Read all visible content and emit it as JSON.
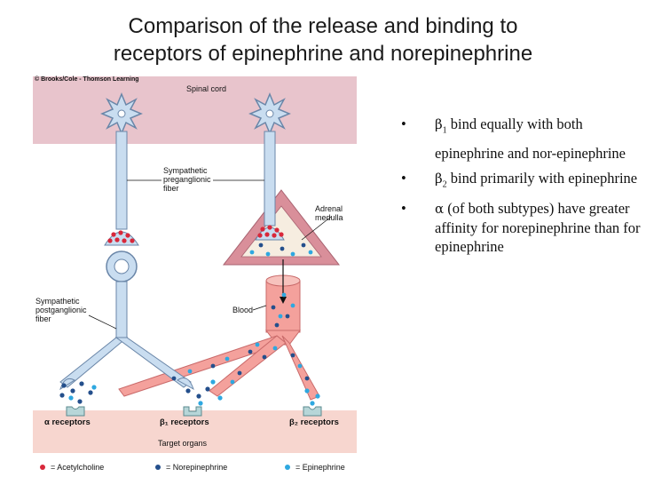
{
  "title_line1": "Comparison of the release and binding to",
  "title_line2": "receptors of epinephrine and norepinephrine",
  "copyright": "© Brooks/Cole - Thomson Learning",
  "labels": {
    "spinal_cord": "Spinal cord",
    "sympathetic_preganglionic": [
      "Sympathetic",
      "preganglionic",
      "fiber"
    ],
    "adrenal_medulla": [
      "Adrenal",
      "medulla"
    ],
    "sympathetic_postganglionic": [
      "Sympathetic",
      "postganglionic",
      "fiber"
    ],
    "blood": "Blood",
    "alpha_receptors": "α receptors",
    "beta1_receptors": "β₁ receptors",
    "beta2_receptors": "β₂ receptors",
    "target_organs": "Target organs"
  },
  "legend": [
    {
      "label": "= Acetylcholine",
      "color": "#d8283a"
    },
    {
      "label": "= Norepinephrine",
      "color": "#244f8c"
    },
    {
      "label": "= Epinephrine",
      "color": "#2ea8e0"
    }
  ],
  "bullets": {
    "b1_symbol": "β",
    "b1_sub": "1",
    "b1_text": " bind equally with both epinephrine and nor-epinephrine",
    "b2_symbol": "β",
    "b2_sub": "2",
    "b2_text": " bind primarily with epinephrine",
    "b3_symbol": "α",
    "b3_text": " (of both subtypes) have greater affinity for norepinephrine than for epinephrine"
  },
  "colors": {
    "spinal_band": "#e8c4cc",
    "target_band": "#f7d6cf",
    "nerve_fill": "#c9ddf0",
    "nerve_stroke": "#6a86a8",
    "adrenal_outer": "#d98f9a",
    "vessel": "#f4a19c",
    "acetylcholine": "#d8283a",
    "norepinephrine": "#244f8c",
    "epinephrine": "#2ea8e0"
  }
}
